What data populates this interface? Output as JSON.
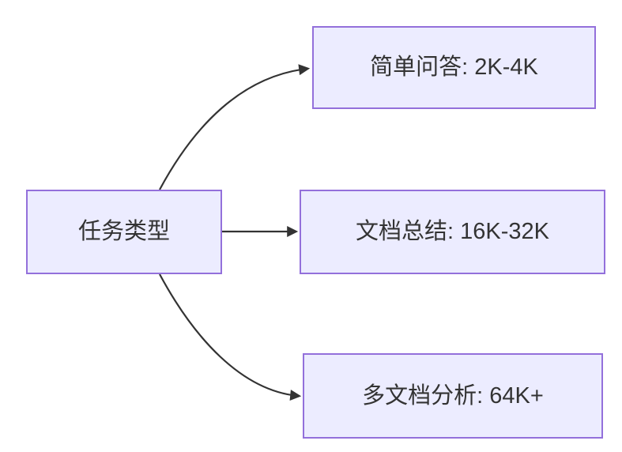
{
  "diagram": {
    "type": "flowchart",
    "direction": "left-to-right",
    "root": {
      "id": "task-type",
      "label": "任务类型"
    },
    "branches": [
      {
        "id": "simple-qa",
        "label": "简单问答: 2K-4K"
      },
      {
        "id": "doc-summary",
        "label": "文档总结: 16K-32K"
      },
      {
        "id": "multi-doc",
        "label": "多文档分析: 64K+"
      }
    ],
    "edges": [
      {
        "from": "task-type",
        "to": "simple-qa"
      },
      {
        "from": "task-type",
        "to": "doc-summary"
      },
      {
        "from": "task-type",
        "to": "multi-doc"
      }
    ],
    "colors": {
      "node_fill": "#ECECFF",
      "node_border": "#9370DB",
      "edge": "#333333",
      "text": "#333333",
      "background": "#FFFFFF"
    }
  }
}
